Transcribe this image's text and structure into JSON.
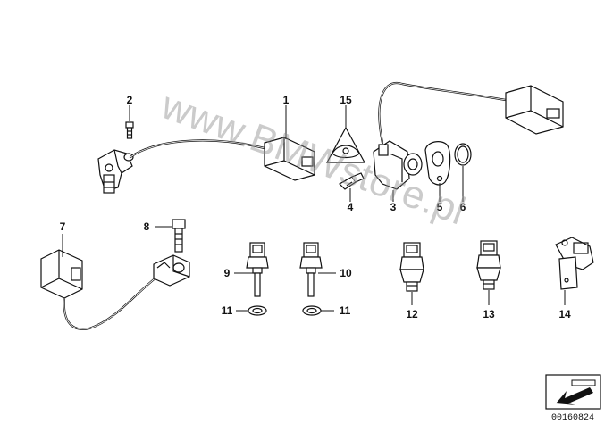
{
  "callouts": {
    "c1": "1",
    "c2": "2",
    "c3": "3",
    "c4": "4",
    "c5": "5",
    "c6": "6",
    "c7": "7",
    "c8": "8",
    "c9": "9",
    "c10": "10",
    "c11a": "11",
    "c11b": "11",
    "c12": "12",
    "c13": "13",
    "c14": "14",
    "c15": "15"
  },
  "watermark": "www.BMWstore.pl",
  "diagram_ref": "00160824"
}
